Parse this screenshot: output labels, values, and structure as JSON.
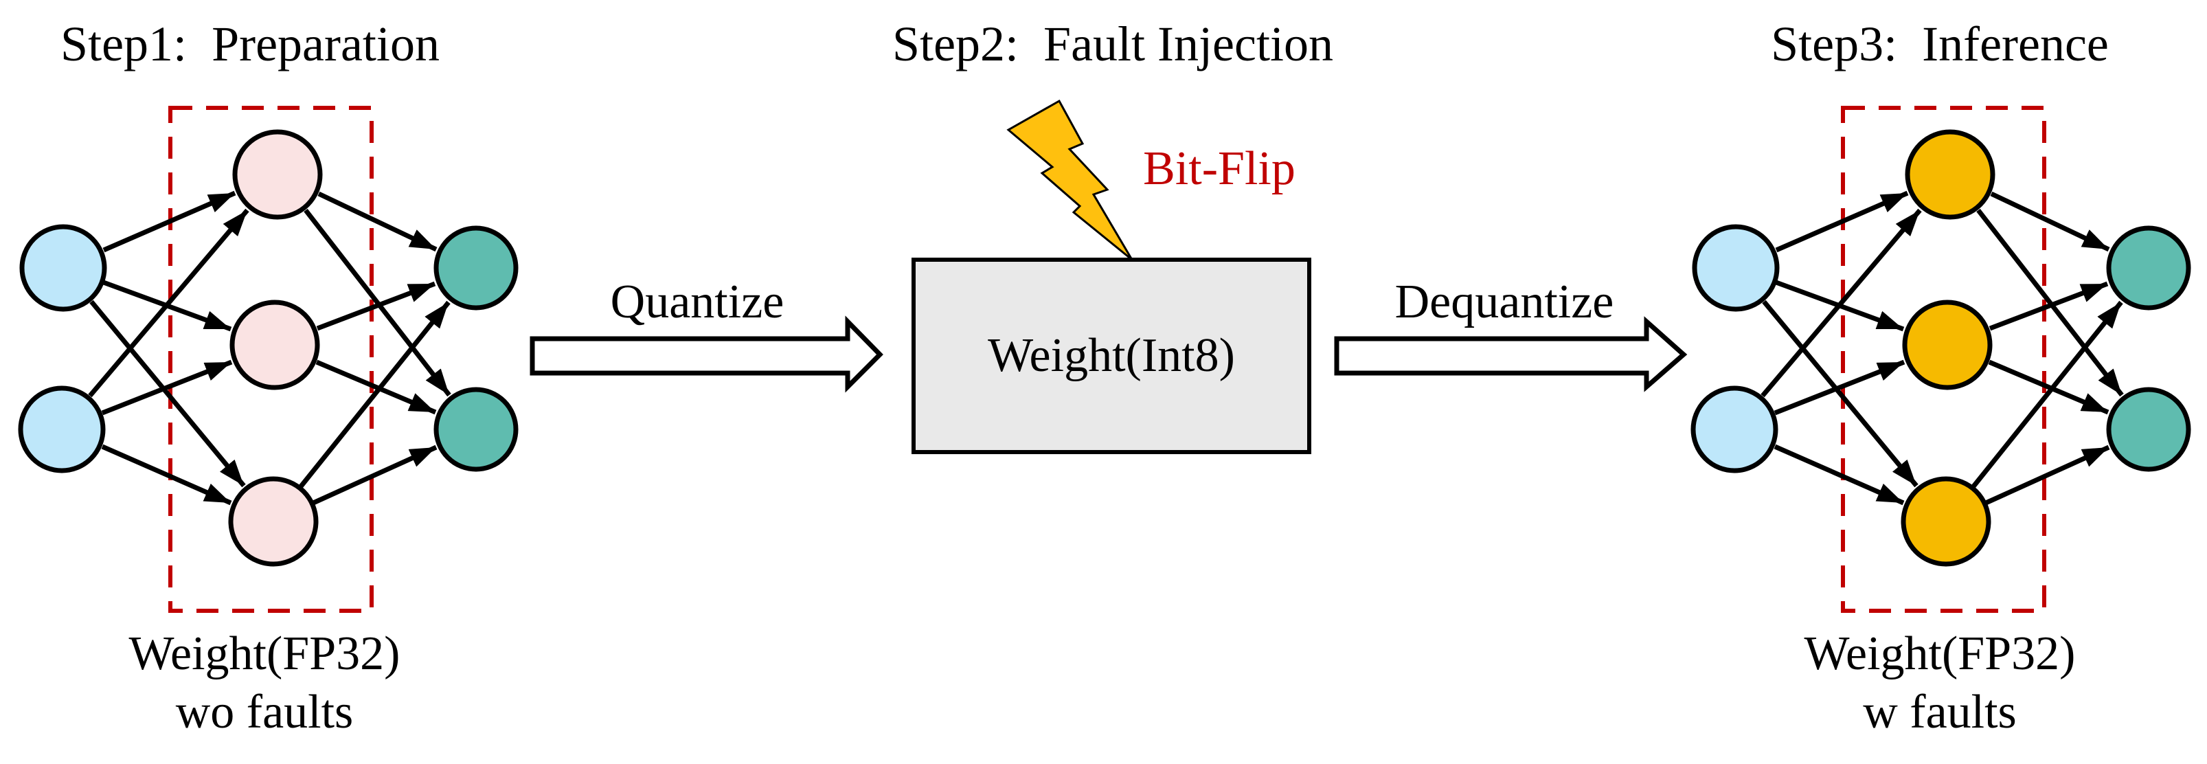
{
  "figure": {
    "steps": [
      {
        "title": "Step1:  Preparation",
        "caption_line1": "Weight(FP32)",
        "caption_line2": "wo faults"
      },
      {
        "title": "Step2:  Fault Injection",
        "box_label": "Weight(Int8)",
        "fault_label": "Bit-Flip"
      },
      {
        "title": "Step3:  Inference",
        "caption_line1": "Weight(FP32)",
        "caption_line2": "w faults"
      }
    ],
    "arrows": [
      {
        "label": "Quantize"
      },
      {
        "label": "Dequantize"
      }
    ],
    "icons": {
      "fault_icon": "lightning-bolt-icon"
    },
    "colors": {
      "input_node": "#BEE7FA",
      "hidden_node_clean": "#FAE3E3",
      "hidden_node_faulty": "#F6BA00",
      "output_node": "#5FBCAF",
      "dashed_box": "#C00000",
      "fault_label_text": "#C00000",
      "lightning_bolt": "#FFC00E",
      "weight_box_fill": "#E9E9E9",
      "edge_stroke": "#000000"
    }
  }
}
